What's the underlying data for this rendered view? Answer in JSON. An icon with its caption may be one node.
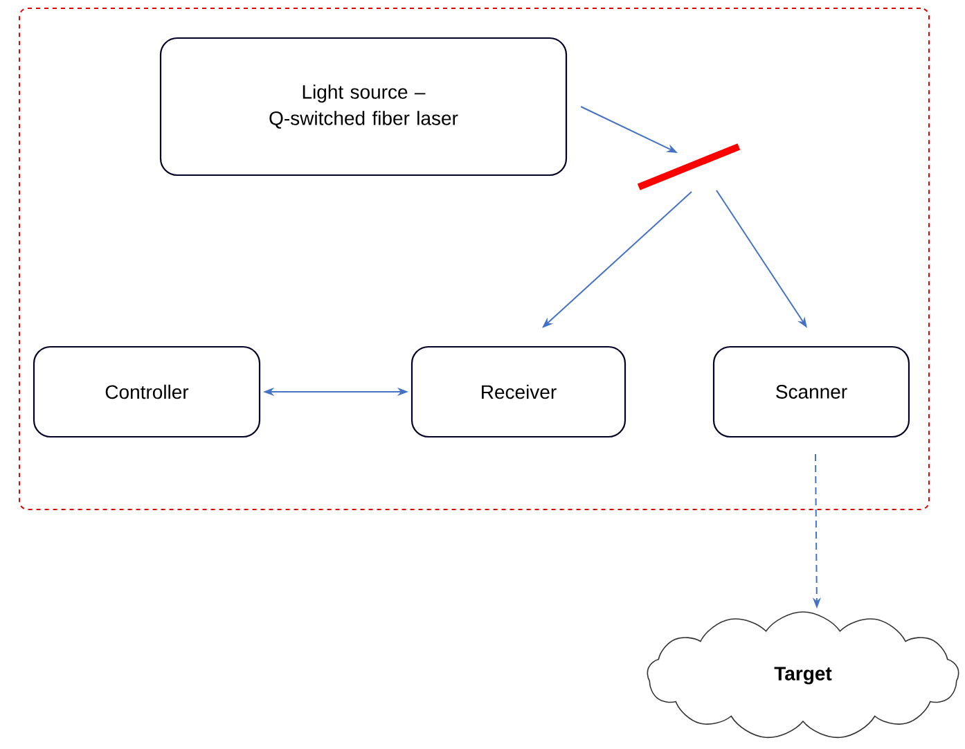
{
  "diagram": {
    "nodes": [
      {
        "text": [],
        "shape": "box"
      },
      {
        "text": [
          "Light source – Q-switched fiber laser"
        ],
        "in": 0
      },
      {
        "text": [],
        "shape": "bar",
        "in": 0
      },
      {
        "text": [
          "Controller"
        ],
        "in": 0
      },
      {
        "text": [
          "Receiver"
        ],
        "in": 0
      },
      {
        "text": [
          "Scanner"
        ],
        "in": 0
      },
      {
        "text": [
          "Target"
        ]
      }
    ],
    "edges": [
      {
        "from": 1,
        "to": 2,
        "arrow": "to"
      },
      {
        "from": 2,
        "to": 4,
        "arrow": "to"
      },
      {
        "from": 2,
        "to": 5,
        "arrow": "to"
      },
      {
        "from": 3,
        "to": 4,
        "arrow": "both"
      },
      {
        "from": 5,
        "to": 6,
        "arrow": "to",
        "style": "dashed"
      }
    ]
  }
}
